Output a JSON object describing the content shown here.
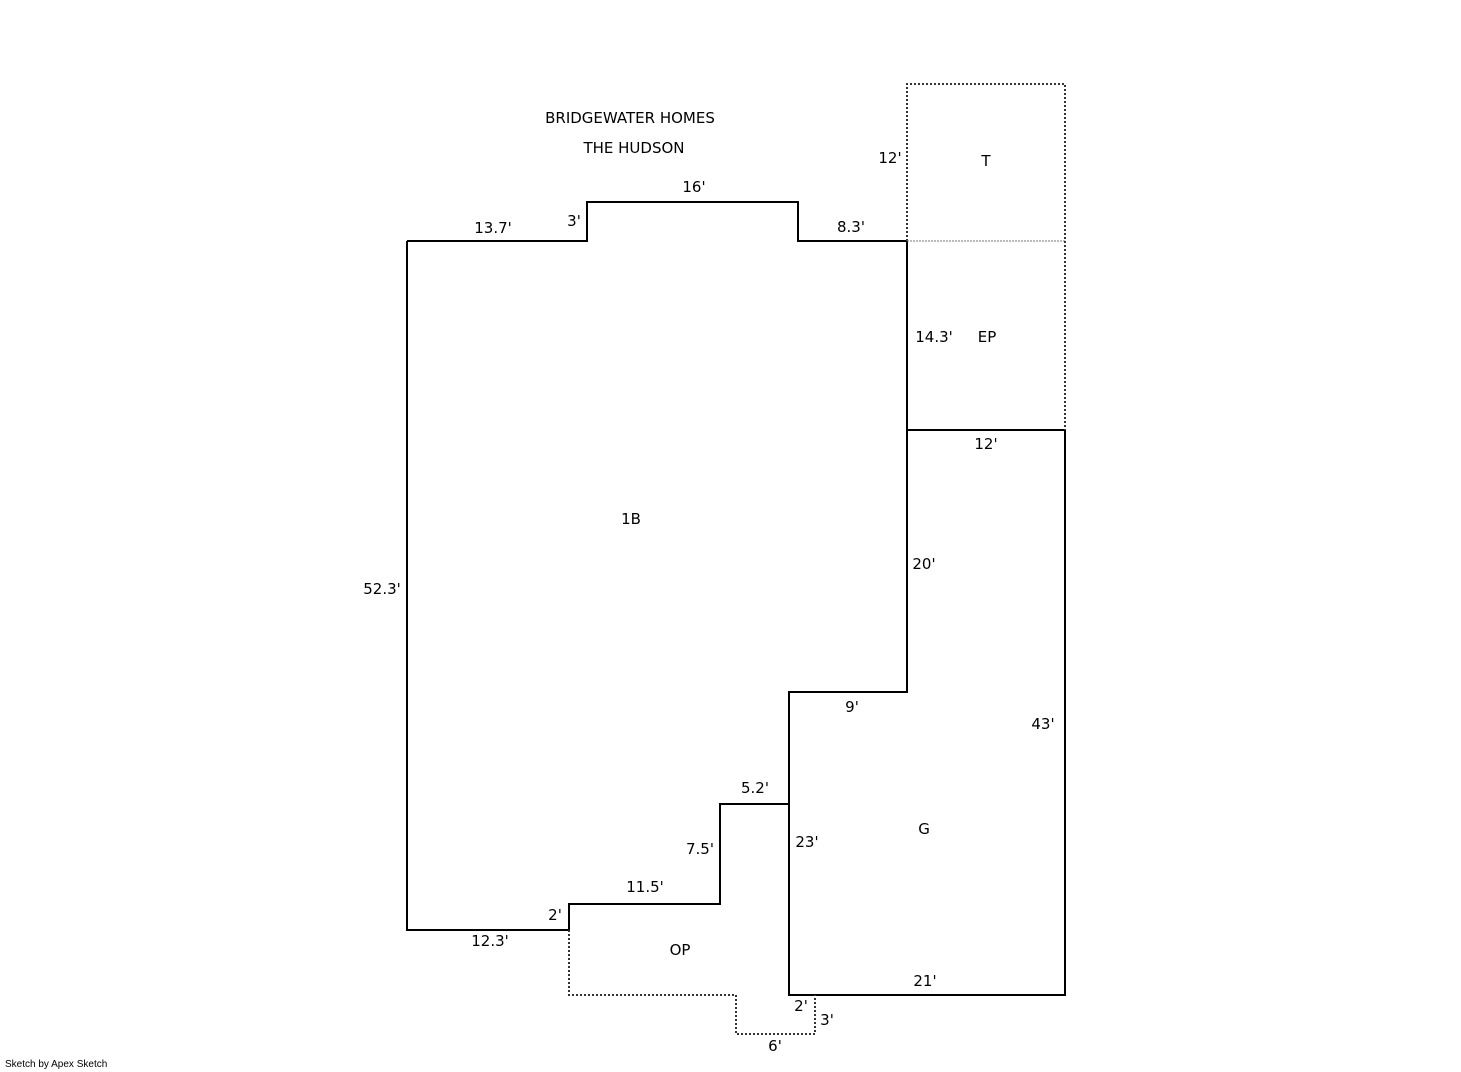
{
  "title": {
    "line1": "BRIDGEWATER HOMES",
    "line2": "THE HUDSON"
  },
  "areas": {
    "main": "1B",
    "garage": "G",
    "porch_enclosed": "EP",
    "terrace": "T",
    "open_porch": "OP"
  },
  "dimensions": {
    "main_left": "52.3'",
    "main_top_left": "13.7'",
    "main_jog_top": "3'",
    "main_top_mid": "16'",
    "main_top_right": "8.3'",
    "main_bottom_left": "12.3'",
    "main_jog_bottom": "2'",
    "main_bottom_mid": "11.5'",
    "main_step_v": "7.5'",
    "main_step_h": "5.2'",
    "terrace_side": "12'",
    "ep_side": "14.3'",
    "garage_top": "12'",
    "garage_upper_left": "20'",
    "garage_step": "9'",
    "garage_right": "43'",
    "garage_lower_left": "23'",
    "garage_bottom": "21'",
    "op_notch_v1": "2'",
    "op_notch_v2": "3'",
    "op_bottom": "6'"
  },
  "footer": {
    "credit": "Sketch by Apex Sketch"
  }
}
